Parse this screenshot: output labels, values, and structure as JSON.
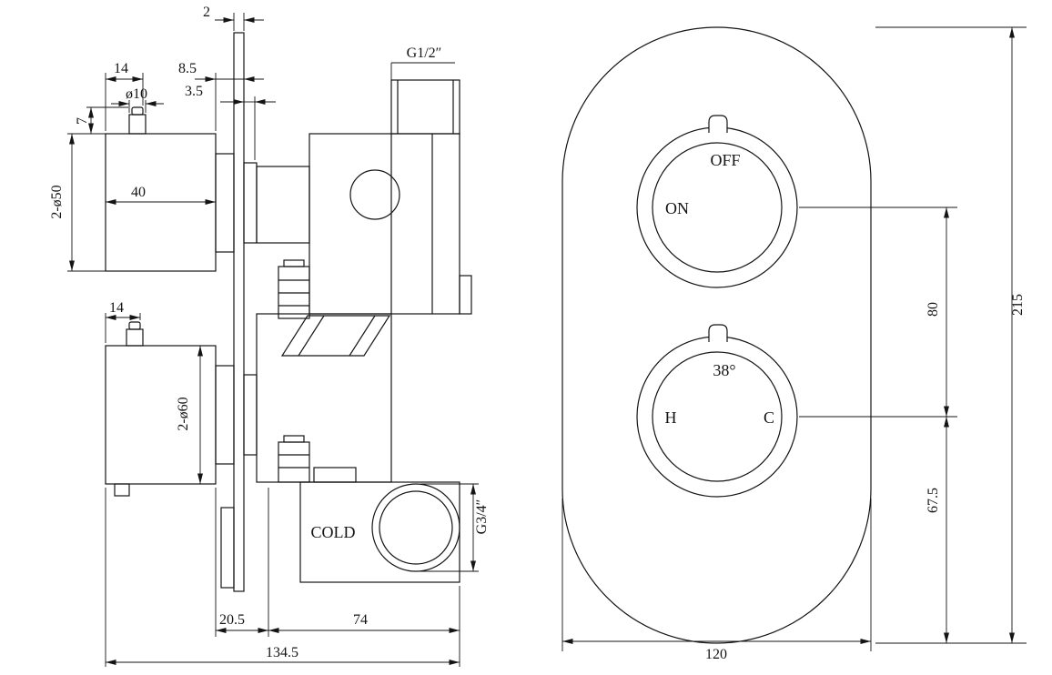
{
  "colors": {
    "line": "#141414",
    "background": "#ffffff"
  },
  "side_view": {
    "dim_plate": "2",
    "dim_top_offset": "14",
    "dim_8_5": "8.5",
    "dim_3_5": "3.5",
    "dim_stem_dia": "ø10",
    "dim_stem_h": "7",
    "dim_knob50": "2-ø50",
    "dim_depth40": "40",
    "thread_top": "G1/2″",
    "dim_bottom_offset": "14",
    "dim_knob60": "2-ø60",
    "label_cold": "COLD",
    "thread_bottom": "G3/4″",
    "dim_20_5": "20.5",
    "dim_74": "74",
    "dim_134_5": "134.5"
  },
  "front_view": {
    "label_off": "OFF",
    "label_on": "ON",
    "label_temp": "38°",
    "label_hot": "H",
    "label_cold": "C",
    "dim_80": "80",
    "dim_215": "215",
    "dim_67_5": "67.5",
    "dim_120": "120"
  }
}
